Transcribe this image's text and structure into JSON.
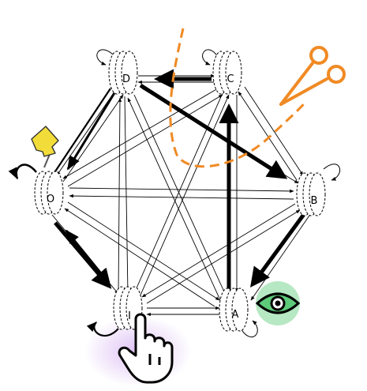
{
  "nodes": [
    {
      "id": "D",
      "label": "D"
    },
    {
      "id": "C",
      "label": "C"
    },
    {
      "id": "B",
      "label": "B"
    },
    {
      "id": "A",
      "label": "A"
    },
    {
      "id": "I",
      "label": "I"
    },
    {
      "id": "O",
      "label": "O"
    }
  ],
  "icons": {
    "pin": "pushpin-icon",
    "scissors": "scissors-icon",
    "eye": "eye-icon",
    "hand": "pointing-hand-icon"
  },
  "colors": {
    "scissors": "#f08a24",
    "cut_line": "#f08a24",
    "eye_bg": "#5ecb7a",
    "pin": "#f2dc3a",
    "hand_glow": "#d9b8f2",
    "edge": "#000000"
  }
}
